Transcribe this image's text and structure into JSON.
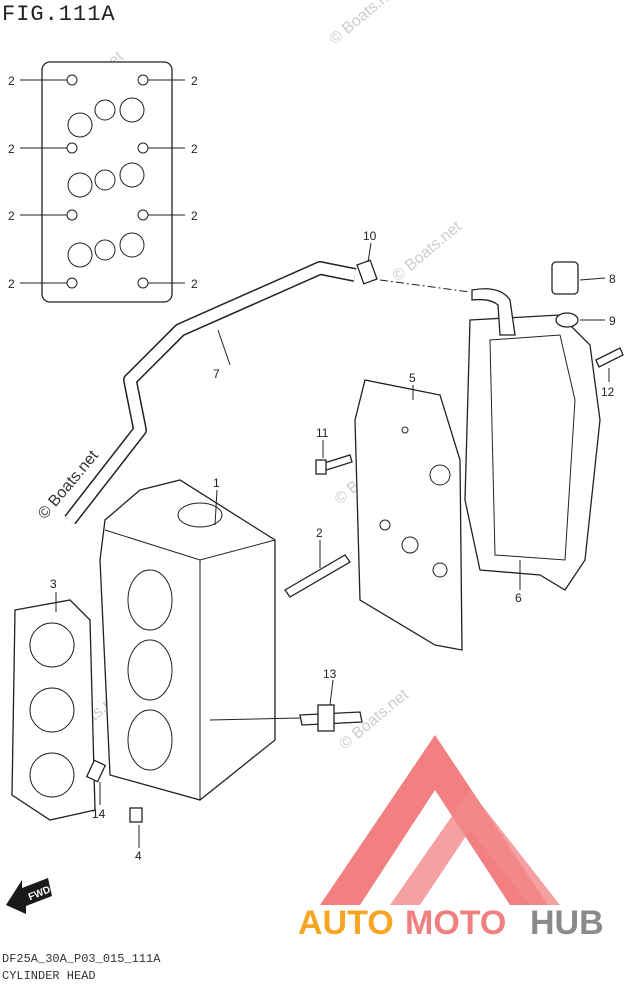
{
  "figure": {
    "title": "FIG.111A",
    "code": "DF25A_30A_P03_015_111A",
    "name": "CYLINDER HEAD"
  },
  "callouts": {
    "c1": "1",
    "c2": "2",
    "c3": "3",
    "c4": "4",
    "c5": "5",
    "c6": "6",
    "c7": "7",
    "c8": "8",
    "c9": "9",
    "c10": "10",
    "c11": "11",
    "c12": "12",
    "c13": "13",
    "c14": "14"
  },
  "fwd_label": "FWD",
  "watermark": "© Boats.net",
  "logo": {
    "part1": "AUTO",
    "part2": "MOTO",
    "part3": "HUB",
    "colors": {
      "auto": "#f5a623",
      "moto": "#f08080",
      "hub": "#8a8a8a",
      "mark": "#f06a6a"
    }
  }
}
